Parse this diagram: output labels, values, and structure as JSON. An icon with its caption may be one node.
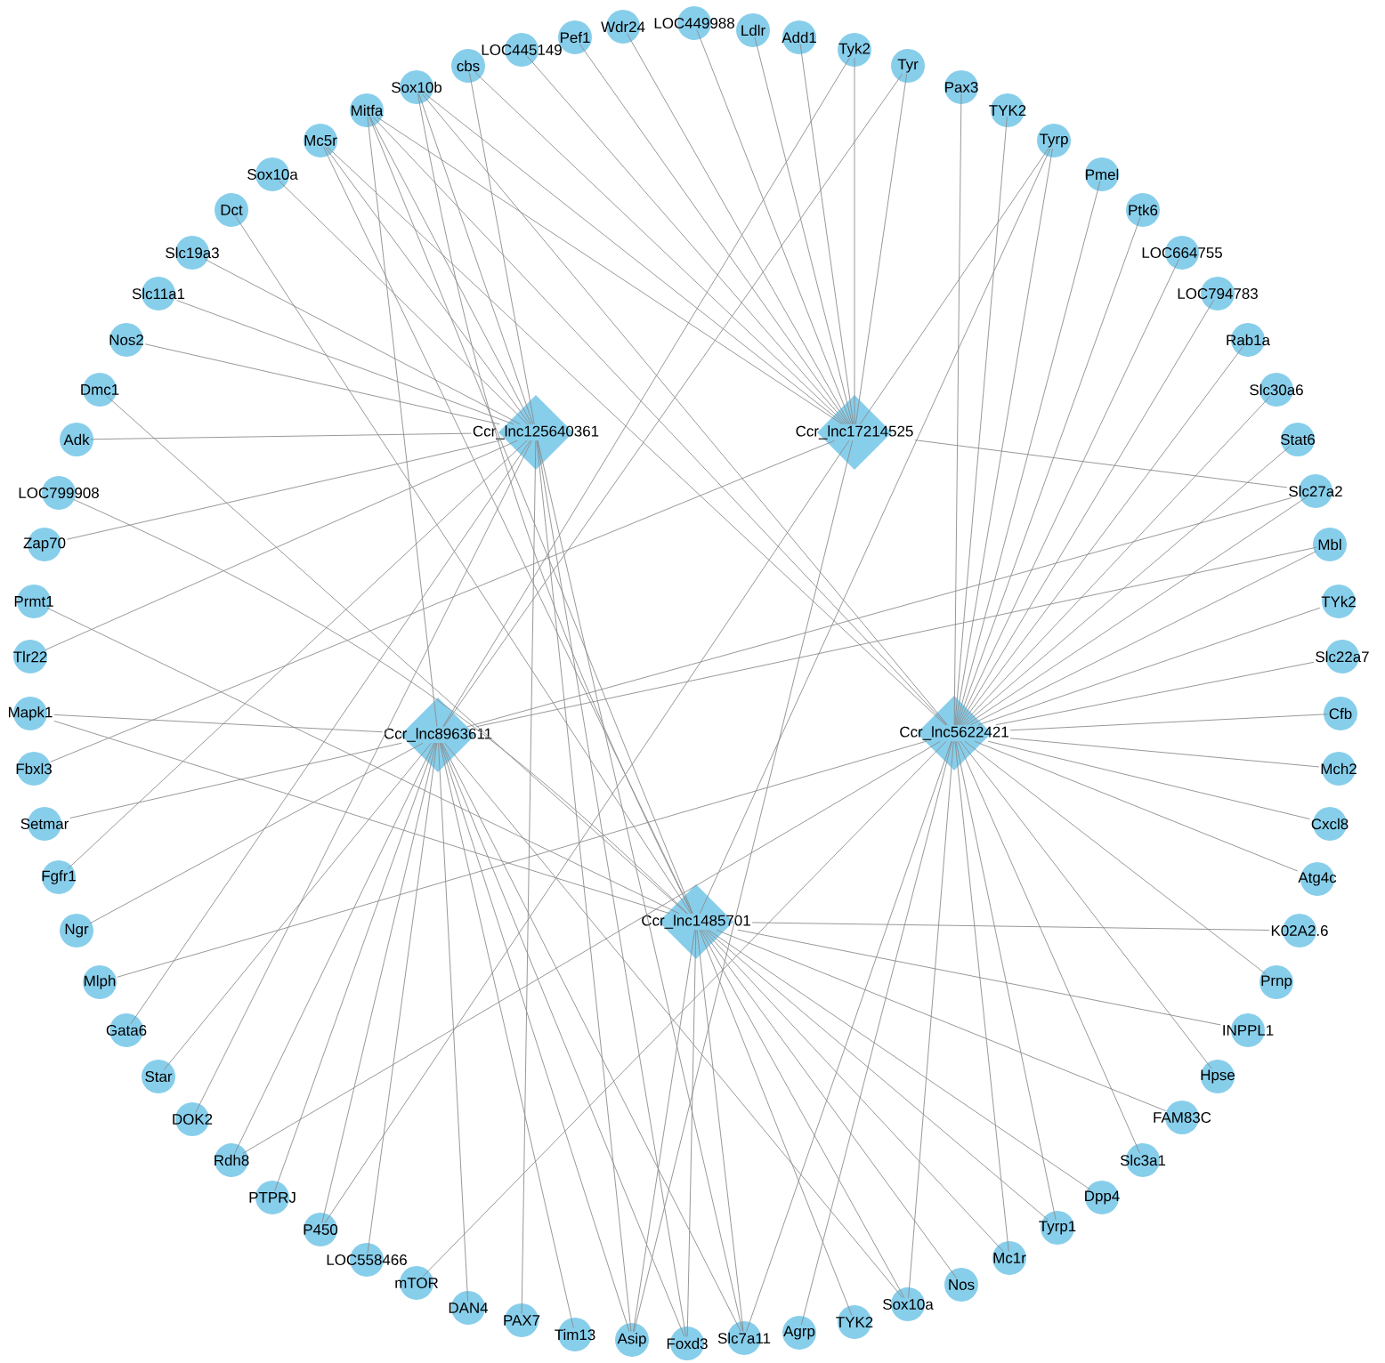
{
  "diagram": {
    "nodes": [
      {
        "text": [
          "Ccr_lnc125640361"
        ]
      },
      {
        "text": [
          "Ccr_lnc17214525"
        ]
      },
      {
        "text": [
          "Ccr_lnc8963611"
        ]
      },
      {
        "text": [
          "Ccr_lnc5622421"
        ]
      },
      {
        "text": [
          "Ccr_lnc1485701"
        ]
      },
      {
        "text": [
          "LOC449988"
        ]
      },
      {
        "text": [
          "Ldlr"
        ]
      },
      {
        "text": [
          "Add1"
        ]
      },
      {
        "text": [
          "Tyk2"
        ]
      },
      {
        "text": [
          "Tyr"
        ]
      },
      {
        "text": [
          "Pax3"
        ]
      },
      {
        "text": [
          "TYK2"
        ]
      },
      {
        "text": [
          "Tyrp"
        ]
      },
      {
        "text": [
          "Pmel"
        ]
      },
      {
        "text": [
          "Ptk6"
        ]
      },
      {
        "text": [
          "LOC664755"
        ]
      },
      {
        "text": [
          "LOC794783"
        ]
      },
      {
        "text": [
          "Rab1a"
        ]
      },
      {
        "text": [
          "Slc30a6"
        ]
      },
      {
        "text": [
          "Stat6"
        ]
      },
      {
        "text": [
          "Slc27a2"
        ]
      },
      {
        "text": [
          "Mbl"
        ]
      },
      {
        "text": [
          "TYk2"
        ]
      },
      {
        "text": [
          "Slc22a7"
        ]
      },
      {
        "text": [
          "Cfb"
        ]
      },
      {
        "text": [
          "Mch2"
        ]
      },
      {
        "text": [
          "Cxcl8"
        ]
      },
      {
        "text": [
          "Atg4c"
        ]
      },
      {
        "text": [
          "K02A2.6"
        ]
      },
      {
        "text": [
          "Prnp"
        ]
      },
      {
        "text": [
          "INPPL1"
        ]
      },
      {
        "text": [
          "Hpse"
        ]
      },
      {
        "text": [
          "FAM83C"
        ]
      },
      {
        "text": [
          "Slc3a1"
        ]
      },
      {
        "text": [
          "Dpp4"
        ]
      },
      {
        "text": [
          "Tyrp1"
        ]
      },
      {
        "text": [
          "Mc1r"
        ]
      },
      {
        "text": [
          "Nos"
        ]
      },
      {
        "text": [
          "Sox10a"
        ]
      },
      {
        "text": [
          "TYK2"
        ]
      },
      {
        "text": [
          "Agrp"
        ]
      },
      {
        "text": [
          "Slc7a11"
        ]
      },
      {
        "text": [
          "Foxd3"
        ]
      },
      {
        "text": [
          "Asip"
        ]
      },
      {
        "text": [
          "Tim13"
        ]
      },
      {
        "text": [
          "PAX7"
        ]
      },
      {
        "text": [
          "DAN4"
        ]
      },
      {
        "text": [
          "mTOR"
        ]
      },
      {
        "text": [
          "LOC558466"
        ]
      },
      {
        "text": [
          "P450"
        ]
      },
      {
        "text": [
          "PTPRJ"
        ]
      },
      {
        "text": [
          "Rdh8"
        ]
      },
      {
        "text": [
          "DOK2"
        ]
      },
      {
        "text": [
          "Star"
        ]
      },
      {
        "text": [
          "Gata6"
        ]
      },
      {
        "text": [
          "Mlph"
        ]
      },
      {
        "text": [
          "Ngr"
        ]
      },
      {
        "text": [
          "Fgfr1"
        ]
      },
      {
        "text": [
          "Setmar"
        ]
      },
      {
        "text": [
          "Fbxl3"
        ]
      },
      {
        "text": [
          "Mapk1"
        ]
      },
      {
        "text": [
          "Tlr22"
        ]
      },
      {
        "text": [
          "Prmt1"
        ]
      },
      {
        "text": [
          "Zap70"
        ]
      },
      {
        "text": [
          "LOC799908"
        ]
      },
      {
        "text": [
          "Adk"
        ]
      },
      {
        "text": [
          "Dmc1"
        ]
      },
      {
        "text": [
          "Nos2"
        ]
      },
      {
        "text": [
          "Slc11a1"
        ]
      },
      {
        "text": [
          "Slc19a3"
        ]
      },
      {
        "text": [
          "Dct"
        ]
      },
      {
        "text": [
          "Sox10a"
        ]
      },
      {
        "text": [
          "Mc5r"
        ]
      },
      {
        "text": [
          "Mitfa"
        ]
      },
      {
        "text": [
          "Sox10b"
        ]
      },
      {
        "text": [
          "cbs"
        ]
      },
      {
        "text": [
          "LOC445149"
        ]
      },
      {
        "text": [
          "Pef1"
        ]
      },
      {
        "text": [
          "Wdr24"
        ]
      }
    ],
    "edges": [
      {
        "from": 5,
        "to": 1,
        "arrow": "none"
      },
      {
        "from": 6,
        "to": 1,
        "arrow": "none"
      },
      {
        "from": 7,
        "to": 1,
        "arrow": "none"
      },
      {
        "from": 8,
        "to": 1,
        "arrow": "none"
      },
      {
        "from": 8,
        "to": 2,
        "arrow": "none"
      },
      {
        "from": 9,
        "to": 1,
        "arrow": "none"
      },
      {
        "from": 9,
        "to": 2,
        "arrow": "none"
      },
      {
        "from": 10,
        "to": 3,
        "arrow": "none"
      },
      {
        "from": 11,
        "to": 3,
        "arrow": "none"
      },
      {
        "from": 12,
        "to": 1,
        "arrow": "none"
      },
      {
        "from": 12,
        "to": 3,
        "arrow": "none"
      },
      {
        "from": 12,
        "to": 4,
        "arrow": "none"
      },
      {
        "from": 13,
        "to": 3,
        "arrow": "none"
      },
      {
        "from": 14,
        "to": 3,
        "arrow": "none"
      },
      {
        "from": 15,
        "to": 3,
        "arrow": "none"
      },
      {
        "from": 16,
        "to": 3,
        "arrow": "none"
      },
      {
        "from": 17,
        "to": 3,
        "arrow": "none"
      },
      {
        "from": 18,
        "to": 3,
        "arrow": "none"
      },
      {
        "from": 19,
        "to": 3,
        "arrow": "none"
      },
      {
        "from": 20,
        "to": 1,
        "arrow": "none"
      },
      {
        "from": 20,
        "to": 3,
        "arrow": "none"
      },
      {
        "from": 20,
        "to": 2,
        "arrow": "none"
      },
      {
        "from": 21,
        "to": 3,
        "arrow": "none"
      },
      {
        "from": 21,
        "to": 2,
        "arrow": "none"
      },
      {
        "from": 22,
        "to": 3,
        "arrow": "none"
      },
      {
        "from": 23,
        "to": 3,
        "arrow": "none"
      },
      {
        "from": 24,
        "to": 3,
        "arrow": "none"
      },
      {
        "from": 25,
        "to": 3,
        "arrow": "none"
      },
      {
        "from": 26,
        "to": 3,
        "arrow": "none"
      },
      {
        "from": 27,
        "to": 3,
        "arrow": "none"
      },
      {
        "from": 28,
        "to": 4,
        "arrow": "none"
      },
      {
        "from": 29,
        "to": 3,
        "arrow": "none"
      },
      {
        "from": 30,
        "to": 4,
        "arrow": "none"
      },
      {
        "from": 31,
        "to": 3,
        "arrow": "none"
      },
      {
        "from": 32,
        "to": 4,
        "arrow": "none"
      },
      {
        "from": 33,
        "to": 3,
        "arrow": "none"
      },
      {
        "from": 34,
        "to": 4,
        "arrow": "none"
      },
      {
        "from": 35,
        "to": 3,
        "arrow": "none"
      },
      {
        "from": 35,
        "to": 4,
        "arrow": "none"
      },
      {
        "from": 36,
        "to": 3,
        "arrow": "none"
      },
      {
        "from": 36,
        "to": 4,
        "arrow": "none"
      },
      {
        "from": 37,
        "to": 4,
        "arrow": "none"
      },
      {
        "from": 38,
        "to": 4,
        "arrow": "none"
      },
      {
        "from": 38,
        "to": 3,
        "arrow": "none"
      },
      {
        "from": 38,
        "to": 2,
        "arrow": "none"
      },
      {
        "from": 39,
        "to": 4,
        "arrow": "none"
      },
      {
        "from": 40,
        "to": 3,
        "arrow": "none"
      },
      {
        "from": 41,
        "to": 4,
        "arrow": "none"
      },
      {
        "from": 41,
        "to": 2,
        "arrow": "none"
      },
      {
        "from": 41,
        "to": 3,
        "arrow": "none"
      },
      {
        "from": 41,
        "to": 0,
        "arrow": "none"
      },
      {
        "from": 42,
        "to": 4,
        "arrow": "none"
      },
      {
        "from": 42,
        "to": 0,
        "arrow": "none"
      },
      {
        "from": 42,
        "to": 2,
        "arrow": "none"
      },
      {
        "from": 43,
        "to": 2,
        "arrow": "none"
      },
      {
        "from": 43,
        "to": 0,
        "arrow": "none"
      },
      {
        "from": 43,
        "to": 4,
        "arrow": "none"
      },
      {
        "from": 43,
        "to": 1,
        "arrow": "none"
      },
      {
        "from": 44,
        "to": 2,
        "arrow": "none"
      },
      {
        "from": 45,
        "to": 0,
        "arrow": "none"
      },
      {
        "from": 46,
        "to": 2,
        "arrow": "none"
      },
      {
        "from": 47,
        "to": 3,
        "arrow": "none"
      },
      {
        "from": 48,
        "to": 2,
        "arrow": "none"
      },
      {
        "from": 49,
        "to": 2,
        "arrow": "none"
      },
      {
        "from": 49,
        "to": 1,
        "arrow": "none"
      },
      {
        "from": 50,
        "to": 2,
        "arrow": "none"
      },
      {
        "from": 51,
        "to": 2,
        "arrow": "none"
      },
      {
        "from": 51,
        "to": 3,
        "arrow": "none"
      },
      {
        "from": 52,
        "to": 0,
        "arrow": "none"
      },
      {
        "from": 53,
        "to": 2,
        "arrow": "none"
      },
      {
        "from": 54,
        "to": 0,
        "arrow": "none"
      },
      {
        "from": 55,
        "to": 3,
        "arrow": "none"
      },
      {
        "from": 56,
        "to": 2,
        "arrow": "none"
      },
      {
        "from": 57,
        "to": 0,
        "arrow": "none"
      },
      {
        "from": 58,
        "to": 2,
        "arrow": "none"
      },
      {
        "from": 59,
        "to": 1,
        "arrow": "none"
      },
      {
        "from": 60,
        "to": 2,
        "arrow": "none"
      },
      {
        "from": 60,
        "to": 4,
        "arrow": "none"
      },
      {
        "from": 61,
        "to": 0,
        "arrow": "none"
      },
      {
        "from": 62,
        "to": 4,
        "arrow": "none"
      },
      {
        "from": 63,
        "to": 0,
        "arrow": "none"
      },
      {
        "from": 64,
        "to": 4,
        "arrow": "none"
      },
      {
        "from": 65,
        "to": 0,
        "arrow": "none"
      },
      {
        "from": 66,
        "to": 4,
        "arrow": "none"
      },
      {
        "from": 67,
        "to": 0,
        "arrow": "none"
      },
      {
        "from": 68,
        "to": 0,
        "arrow": "none"
      },
      {
        "from": 69,
        "to": 0,
        "arrow": "none"
      },
      {
        "from": 70,
        "to": 4,
        "arrow": "none"
      },
      {
        "from": 71,
        "to": 0,
        "arrow": "none"
      },
      {
        "from": 72,
        "to": 0,
        "arrow": "none"
      },
      {
        "from": 72,
        "to": 3,
        "arrow": "none"
      },
      {
        "from": 72,
        "to": 4,
        "arrow": "none"
      },
      {
        "from": 73,
        "to": 0,
        "arrow": "none"
      },
      {
        "from": 73,
        "to": 1,
        "arrow": "none"
      },
      {
        "from": 73,
        "to": 2,
        "arrow": "none"
      },
      {
        "from": 73,
        "to": 3,
        "arrow": "none"
      },
      {
        "from": 73,
        "to": 4,
        "arrow": "none"
      },
      {
        "from": 74,
        "to": 0,
        "arrow": "none"
      },
      {
        "from": 74,
        "to": 1,
        "arrow": "none"
      },
      {
        "from": 74,
        "to": 3,
        "arrow": "none"
      },
      {
        "from": 74,
        "to": 4,
        "arrow": "none"
      },
      {
        "from": 75,
        "to": 0,
        "arrow": "none"
      },
      {
        "from": 75,
        "to": 1,
        "arrow": "none"
      },
      {
        "from": 76,
        "to": 1,
        "arrow": "none"
      },
      {
        "from": 77,
        "to": 1,
        "arrow": "none"
      },
      {
        "from": 78,
        "to": 1,
        "arrow": "none"
      }
    ]
  }
}
